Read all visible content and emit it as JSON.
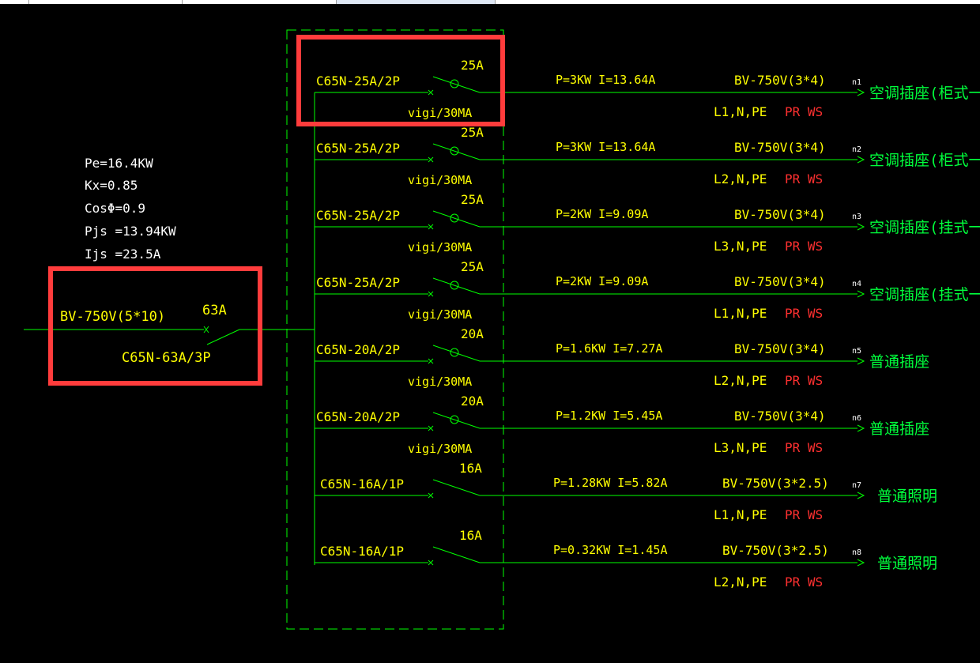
{
  "colors": {
    "background": "#000000",
    "wire": "#00ff00",
    "label_yellow": "#ffff00",
    "label_white": "#ffffff",
    "label_red": "#ff3030",
    "label_green": "#00ff3c",
    "highlight": "#ff3c3c"
  },
  "summary": {
    "pe": "Pe=16.4KW",
    "kx": "Kx=0.85",
    "cos": "CosΦ=0.9",
    "pjs": "Pjs =13.94KW",
    "ijs": "Ijs =23.5A"
  },
  "main_breaker": {
    "cable": "BV-750V(5*10)",
    "rating": "63A",
    "model": "C65N-63A/3P"
  },
  "circuits": [
    {
      "breaker": "C65N-25A/2P",
      "rating": "25A",
      "rcd": "vigi/30MA",
      "load": "P=3KW I=13.64A",
      "cable": "BV-750V(3*4)",
      "phase": "L1,N,PE",
      "laying": "PR WS",
      "tag": "n1",
      "desc": "空调插座(柜式一个)"
    },
    {
      "breaker": "C65N-25A/2P",
      "rating": "25A",
      "rcd": "vigi/30MA",
      "load": "P=3KW I=13.64A",
      "cable": "BV-750V(3*4)",
      "phase": "L2,N,PE",
      "laying": "PR WS",
      "tag": "n2",
      "desc": "空调插座(柜式一个)"
    },
    {
      "breaker": "C65N-25A/2P",
      "rating": "25A",
      "rcd": "vigi/30MA",
      "load": "P=2KW I=9.09A",
      "cable": "BV-750V(3*4)",
      "phase": "L3,N,PE",
      "laying": "PR WS",
      "tag": "n3",
      "desc": "空调插座(挂式一个)"
    },
    {
      "breaker": "C65N-25A/2P",
      "rating": "25A",
      "rcd": "vigi/30MA",
      "load": "P=2KW I=9.09A",
      "cable": "BV-750V(3*4)",
      "phase": "L1,N,PE",
      "laying": "PR WS",
      "tag": "n4",
      "desc": "空调插座(挂式一个)"
    },
    {
      "breaker": "C65N-20A/2P",
      "rating": "20A",
      "rcd": "vigi/30MA",
      "load": "P=1.6KW I=7.27A",
      "cable": "BV-750V(3*4)",
      "phase": "L2,N,PE",
      "laying": "PR WS",
      "tag": "n5",
      "desc": "普通插座"
    },
    {
      "breaker": "C65N-20A/2P",
      "rating": "20A",
      "rcd": "vigi/30MA",
      "load": "P=1.2KW I=5.45A",
      "cable": "BV-750V(3*4)",
      "phase": "L3,N,PE",
      "laying": "PR WS",
      "tag": "n6",
      "desc": "普通插座"
    },
    {
      "breaker": "C65N-16A/1P",
      "rating": "16A",
      "rcd": "",
      "load": "P=1.28KW I=5.82A",
      "cable": "BV-750V(3*2.5)",
      "phase": "L1,N,PE",
      "laying": "PR WS",
      "tag": "n7",
      "desc": "普通照明"
    },
    {
      "breaker": "C65N-16A/1P",
      "rating": "16A",
      "rcd": "",
      "load": "P=0.32KW I=1.45A",
      "cable": "BV-750V(3*2.5)",
      "phase": "L2,N,PE",
      "laying": "PR WS",
      "tag": "n8",
      "desc": "普通照明"
    }
  ]
}
